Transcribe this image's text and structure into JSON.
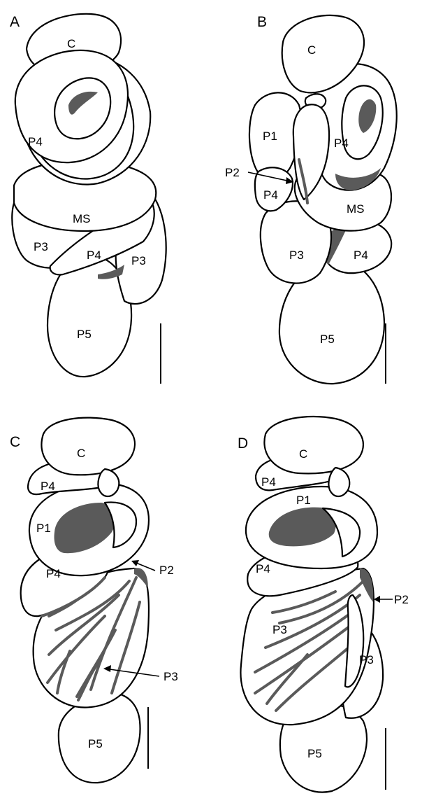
{
  "panels": [
    {
      "id": "A",
      "labels": [
        "C",
        "P4",
        "MS",
        "P3",
        "P4",
        "P3",
        "P5"
      ]
    },
    {
      "id": "B",
      "labels": [
        "C",
        "P1",
        "P4",
        "P2",
        "P4",
        "MS",
        "P3",
        "P4",
        "P5"
      ]
    },
    {
      "id": "C",
      "labels": [
        "C",
        "P4",
        "P1",
        "P2",
        "P4",
        "P3",
        "P5"
      ]
    },
    {
      "id": "D",
      "labels": [
        "C",
        "P4",
        "P1",
        "P4",
        "P2",
        "P3",
        "P3",
        "P5"
      ]
    }
  ],
  "colors": {
    "outline": "#000000",
    "shading": "#5a5a5a",
    "background": "#ffffff"
  }
}
